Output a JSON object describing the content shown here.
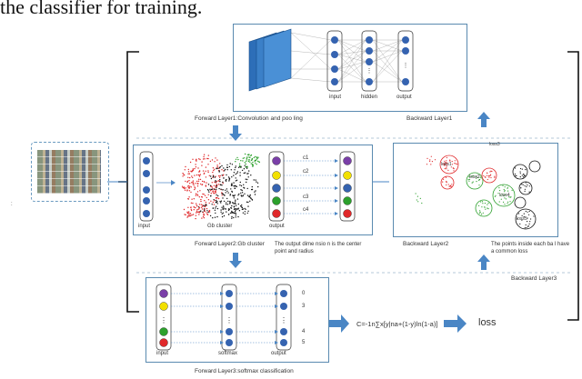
{
  "caption": "the classifier for training.",
  "colors": {
    "arrow": "#4a86c5",
    "node": "#3563b0",
    "red": "#e0282a",
    "black": "#111",
    "green": "#2ca02c",
    "yellow": "#f2e000",
    "purple": "#7a3fa8",
    "frame": "#5a8ab0"
  },
  "forward1": {
    "title": "Forward Layer1:Convolution and poo ling",
    "input": "input",
    "hidden": "hidden",
    "output": "output"
  },
  "backward1": {
    "title": "Backward Layer1"
  },
  "forward2": {
    "title": "Forward Layer2:Gb cluster",
    "input": "input",
    "gb": "Gb cluster",
    "output": "output",
    "c1": "c1",
    "c2": "c2",
    "c3": "c3",
    "c4": "c4",
    "note": "The output dime nsio n is the center point and radius"
  },
  "backward2": {
    "title": "Backward Layer2",
    "note": "The points inside each ba l have a common loss",
    "b1": "loss1",
    "b2": "loss2",
    "b3": "loss3",
    "b4": "loss4",
    "b5": "loss5"
  },
  "backward3": {
    "title": "Backward Layer3"
  },
  "forward3": {
    "title": "Forward Layer3:softmax classification",
    "input": "input",
    "softmax": "softmax",
    "output": "output",
    "vals": [
      "0",
      "3",
      "4",
      "5"
    ]
  },
  "formula": "C=-1n∑x[y|na+(1-y)ln(1-a)]",
  "loss": "loss"
}
